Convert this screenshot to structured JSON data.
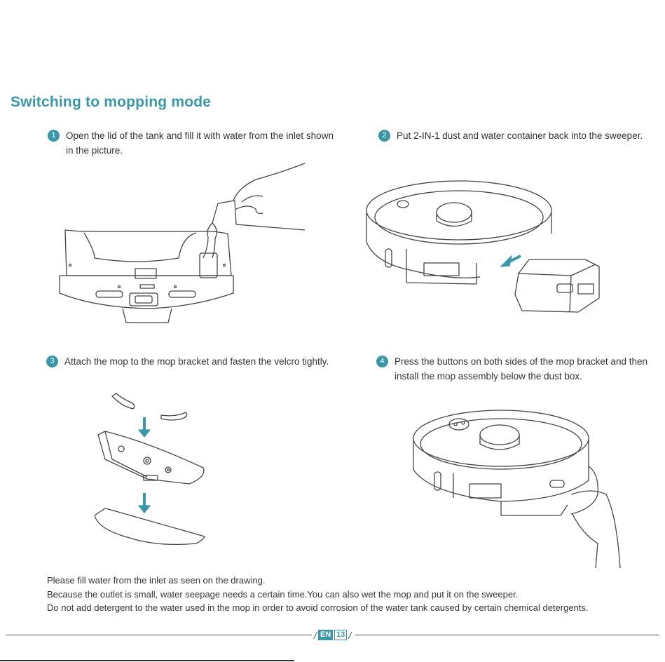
{
  "title": "Switching to mopping mode",
  "steps": [
    {
      "number": "1",
      "text": "Open the lid of the tank and fill it with water from the inlet shown in the picture."
    },
    {
      "number": "2",
      "text": "Put 2-IN-1 dust and water container back into the sweeper."
    },
    {
      "number": "3",
      "text": "Attach the mop to the mop bracket and fasten the velcro tightly."
    },
    {
      "number": "4",
      "text": "Press the buttons on both sides of the mop bracket and then install the mop assembly below the dust box."
    }
  ],
  "notes": [
    "Please fill water from the inlet as seen on the drawing.",
    "Because the outlet is small, water seepage needs a certain time.You can also wet the mop and put it on the sweeper.",
    "Do not add detergent to the water used in the mop  in order to avoid corrosion of the water tank caused by certain chemical detergents."
  ],
  "footer": {
    "language": "EN",
    "page": "13"
  },
  "colors": {
    "accent": "#3a97a8",
    "text": "#333333",
    "line": "#555555"
  },
  "icons": [
    "water-tank-illustration",
    "robot-insert-container-illustration",
    "mop-attach-illustration",
    "robot-install-mop-illustration"
  ]
}
